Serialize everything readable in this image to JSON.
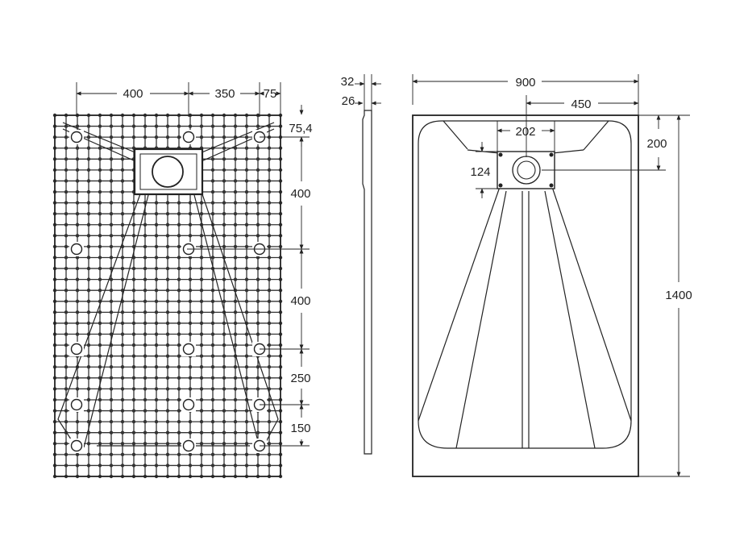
{
  "drawing": {
    "underside_view": {
      "top_dims": [
        "400",
        "350",
        "75"
      ],
      "side_dims": [
        "75,4",
        "400",
        "400",
        "250",
        "150"
      ]
    },
    "side_view": {
      "dims": [
        "32",
        "26"
      ]
    },
    "top_view": {
      "dims": {
        "width": "900",
        "half_width": "450",
        "drain_box_width": "202",
        "drain_box_height": "124",
        "drain_offset": "200",
        "length": "1400"
      }
    }
  }
}
